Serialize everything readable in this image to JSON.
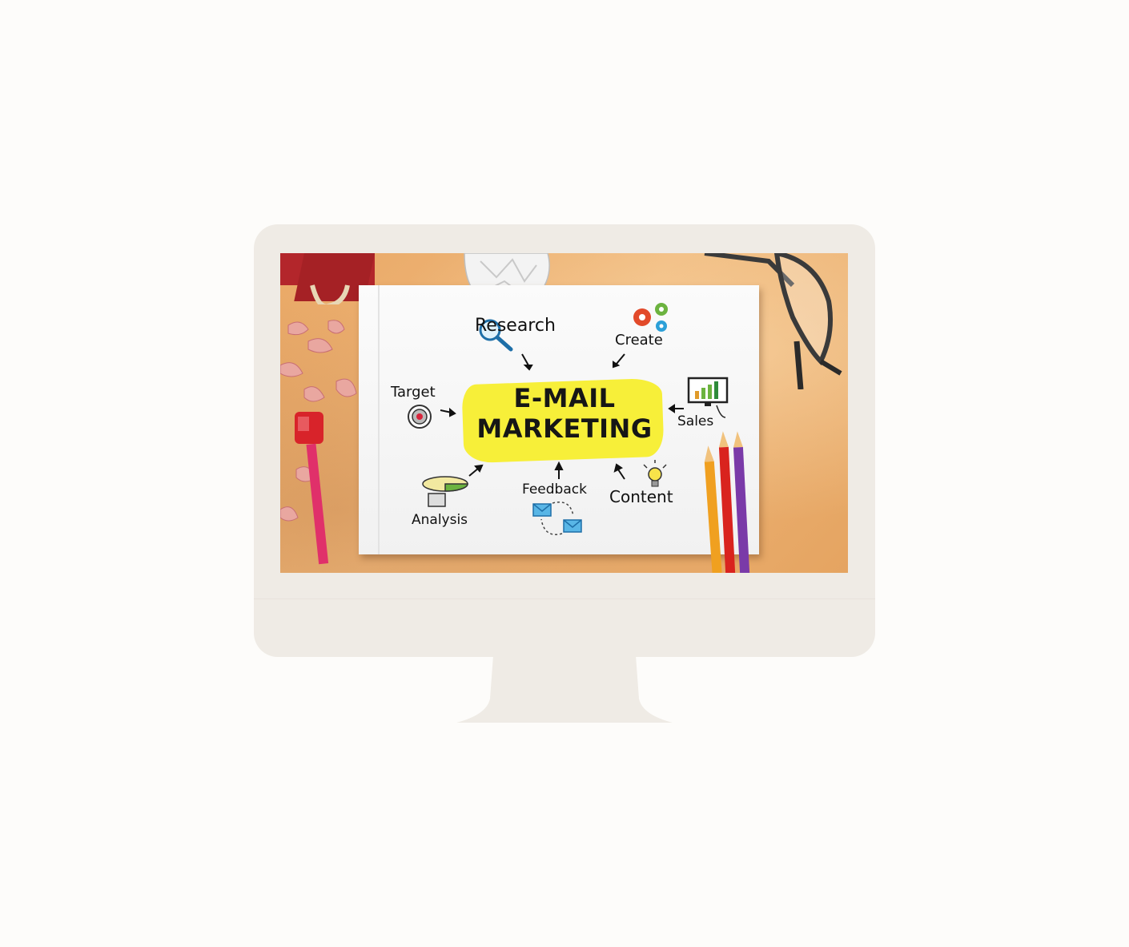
{
  "screen": {
    "title_line1": "E-MAIL",
    "title_line2": "MARKETING",
    "labels": {
      "research": "Research",
      "create": "Create",
      "target": "Target",
      "sales": "Sales",
      "analysis": "Analysis",
      "feedback": "Feedback",
      "content": "Content"
    }
  },
  "colors": {
    "monitor": "#efebe5",
    "page_background": "#fdfcfa",
    "highlight": "#f7ee2e",
    "desk": "#e8ae6e"
  }
}
